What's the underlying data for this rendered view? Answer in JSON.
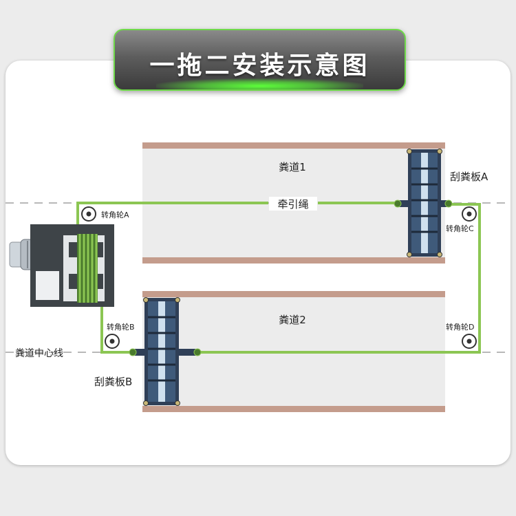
{
  "title": "一拖二安装示意图",
  "labels": {
    "channel1": "粪道1",
    "channel2": "粪道2",
    "scraperA": "刮粪板A",
    "scraperB": "刮粪板B",
    "pulleyA": "转角轮A",
    "pulleyB": "转角轮B",
    "pulleyC": "转角轮C",
    "pulleyD": "转角轮D",
    "rope": "牵引绳",
    "centerline": "粪道中心线"
  },
  "colors": {
    "rope": "#8cc653",
    "wall": "#c49c8c",
    "channel": "#ececec",
    "scraper": "#2f3f57"
  },
  "icons": {
    "motor": "motor-winch-icon",
    "pulley": "pulley-icon",
    "scraper": "scraper-board-icon"
  }
}
